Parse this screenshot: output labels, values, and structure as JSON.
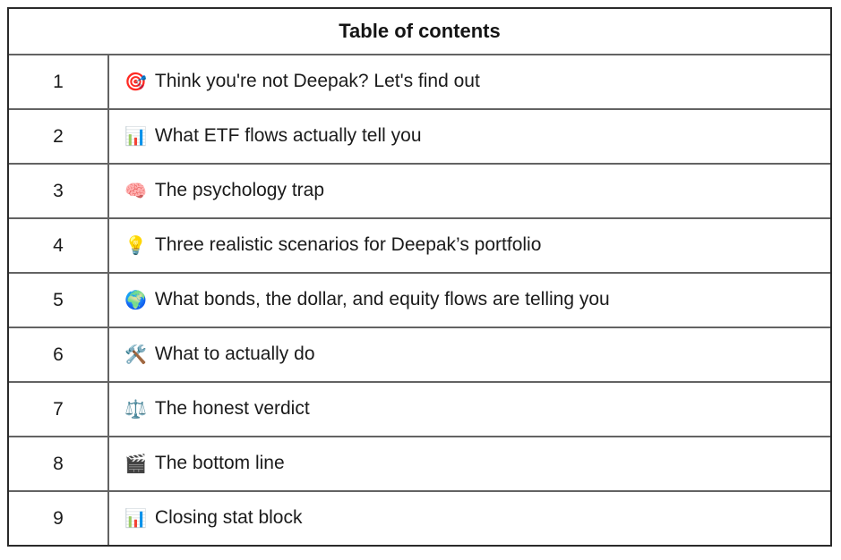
{
  "table": {
    "title": "Table of contents",
    "columns": {
      "number_col": "",
      "item_col": ""
    },
    "rows": [
      {
        "num": "1",
        "emoji": "🎯",
        "icon": "target-icon",
        "label": "Think you're not Deepak? Let's find out"
      },
      {
        "num": "2",
        "emoji": "📊",
        "icon": "bar-chart-icon",
        "label": "What ETF flows actually tell you"
      },
      {
        "num": "3",
        "emoji": "🧠",
        "icon": "brain-icon",
        "label": "The psychology trap"
      },
      {
        "num": "4",
        "emoji": "💡",
        "icon": "light-bulb-icon",
        "label": "Three realistic scenarios for Deepak’s portfolio"
      },
      {
        "num": "5",
        "emoji": "🌍",
        "icon": "globe-europe-africa-icon",
        "label": "What bonds, the dollar, and equity flows are telling you"
      },
      {
        "num": "6",
        "emoji": "🛠️",
        "icon": "hammer-and-wrench-icon",
        "label": "What to actually do"
      },
      {
        "num": "7",
        "emoji": "⚖️",
        "icon": "balance-scale-icon",
        "label": "The honest verdict"
      },
      {
        "num": "8",
        "emoji": "🎬",
        "icon": "clapper-board-icon",
        "label": "The bottom line"
      },
      {
        "num": "9",
        "emoji": "📊",
        "icon": "bar-chart-icon",
        "label": "Closing stat block"
      }
    ],
    "colors": {
      "outer_border": "#2a2a2a",
      "inner_border": "#636363",
      "text": "#1b1b1b",
      "background": "#ffffff"
    }
  }
}
